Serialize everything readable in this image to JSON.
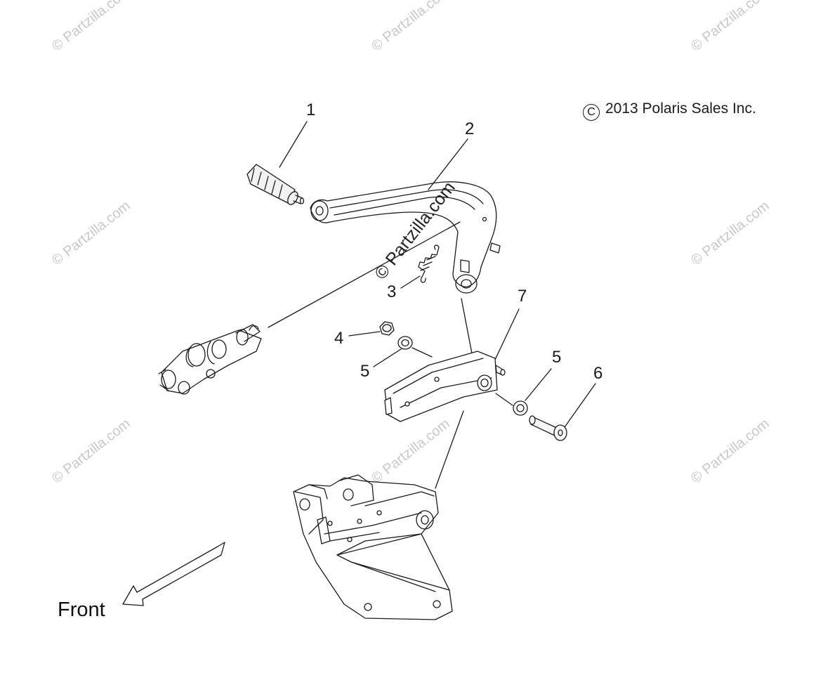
{
  "copyright": {
    "symbol": "C",
    "text": "2013 Polaris Sales Inc."
  },
  "callouts": {
    "c1": "1",
    "c2": "2",
    "c3": "3",
    "c4": "4",
    "c5a": "5",
    "c5b": "5",
    "c6": "6",
    "c7": "7"
  },
  "front_label": "Front",
  "watermark": "© Partzilla.com",
  "watermark_center": "© Partzilla.com",
  "colors": {
    "ink": "#1a1a1a",
    "watermark": "#c8c8c8"
  }
}
